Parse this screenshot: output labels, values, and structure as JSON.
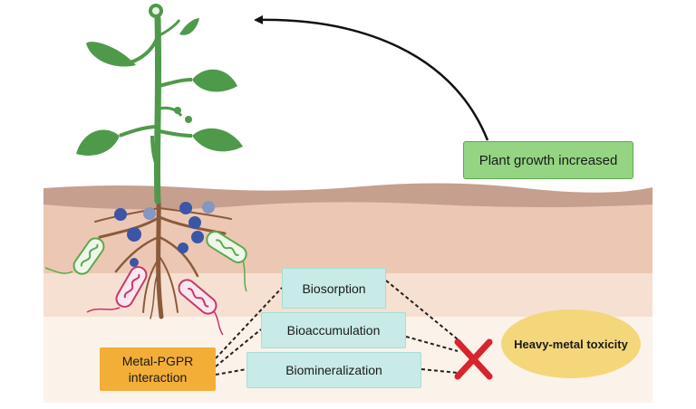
{
  "labels": {
    "plant_growth": "Plant growth increased",
    "biosorption": "Biosorption",
    "bioaccumulation": "Bioaccumulation",
    "biomineralization": "Biomineralization",
    "interaction_line1": "Metal-PGPR",
    "interaction_line2": "interaction",
    "toxicity": "Heavy-metal toxicity"
  },
  "colors": {
    "soil_top": "#c69f8f",
    "soil_mid": "#ecc8b4",
    "soil_low": "#f6e0d2",
    "soil_bottom": "#fbf2ea",
    "plant_green": "#4f9a4a",
    "root_brown": "#8a5a3b",
    "metal_blue": "#3b56a6",
    "green_box": "#94d483",
    "teal_box": "#c8ebe7",
    "orange_box": "#f3ae37",
    "toxicity_ellipse": "#f4d77a",
    "cross_red": "#d9232d"
  },
  "icons": [
    "plant-icon",
    "root-icon",
    "metal-ion-icon",
    "green-bacteria-icon",
    "pink-bacteria-icon",
    "cross-icon",
    "arrow-icon"
  ]
}
